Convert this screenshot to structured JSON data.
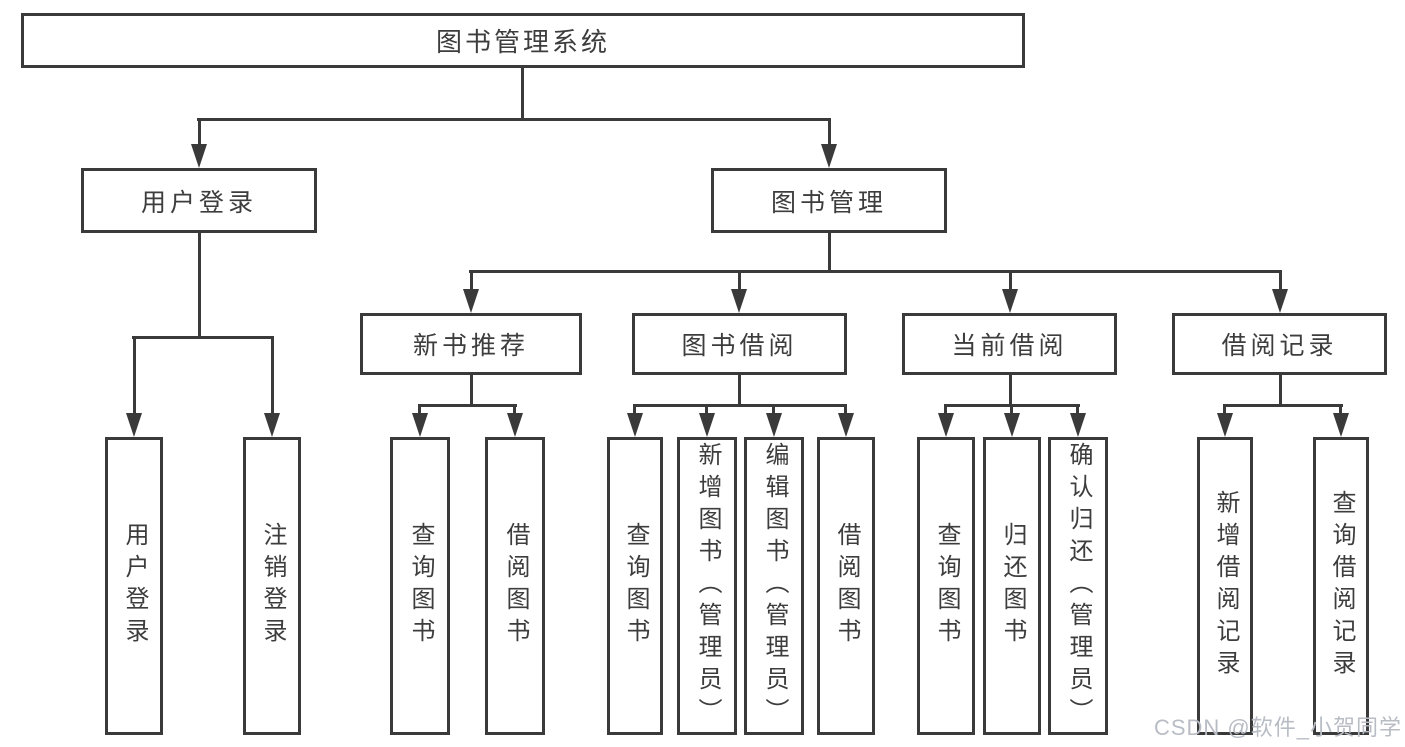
{
  "watermark": "CSDN @软件_小贺同学",
  "colors": {
    "line": "#3a3a3a",
    "text": "#3d3d3d",
    "background": "#ffffff",
    "watermark": "#b8bdc5"
  },
  "diagram_type": "hierarchy",
  "tree": {
    "label": "图书管理系统",
    "children": [
      {
        "label": "用户登录",
        "children": [
          {
            "label": "用户登录"
          },
          {
            "label": "注销登录"
          }
        ]
      },
      {
        "label": "图书管理",
        "children": [
          {
            "label": "新书推荐",
            "children": [
              {
                "label": "查询图书"
              },
              {
                "label": "借阅图书"
              }
            ]
          },
          {
            "label": "图书借阅",
            "children": [
              {
                "label": "查询图书"
              },
              {
                "label": "新增图书（管理员）"
              },
              {
                "label": "编辑图书（管理员）"
              },
              {
                "label": "借阅图书"
              }
            ]
          },
          {
            "label": "当前借阅",
            "children": [
              {
                "label": "查询图书"
              },
              {
                "label": "归还图书"
              },
              {
                "label": "确认归还（管理员）"
              }
            ]
          },
          {
            "label": "借阅记录",
            "children": [
              {
                "label": "新增借阅记录"
              },
              {
                "label": "查询借阅记录"
              }
            ]
          }
        ]
      }
    ]
  }
}
